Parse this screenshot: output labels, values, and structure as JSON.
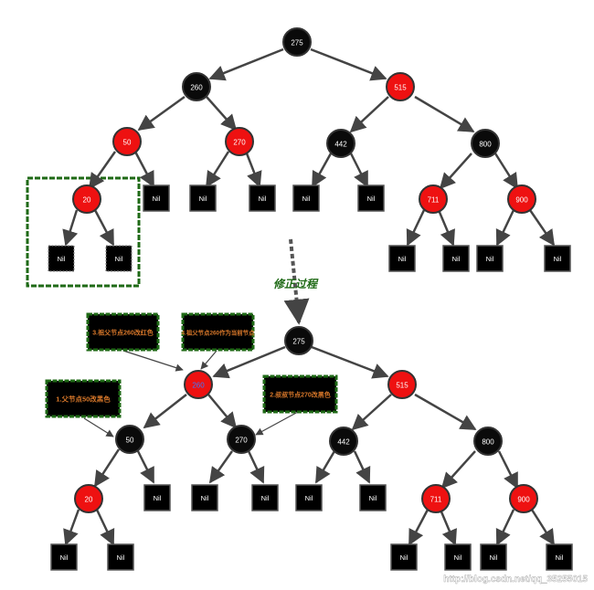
{
  "top_tree": {
    "nodes": {
      "275": {
        "label": "275",
        "color": "black"
      },
      "260": {
        "label": "260",
        "color": "black"
      },
      "515": {
        "label": "515",
        "color": "red"
      },
      "50": {
        "label": "50",
        "color": "red"
      },
      "270": {
        "label": "270",
        "color": "red"
      },
      "442": {
        "label": "442",
        "color": "black"
      },
      "800": {
        "label": "800",
        "color": "black"
      },
      "20": {
        "label": "20",
        "color": "red"
      },
      "711": {
        "label": "711",
        "color": "red"
      },
      "900": {
        "label": "900",
        "color": "red"
      }
    },
    "nil_label": "Nil"
  },
  "transition_label": "修正过程",
  "bottom_tree": {
    "nodes": {
      "275": {
        "label": "275",
        "color": "black"
      },
      "260": {
        "label": "260",
        "color": "red"
      },
      "515": {
        "label": "515",
        "color": "red"
      },
      "50": {
        "label": "50",
        "color": "black"
      },
      "270": {
        "label": "270",
        "color": "black"
      },
      "442": {
        "label": "442",
        "color": "black"
      },
      "800": {
        "label": "800",
        "color": "black"
      },
      "20": {
        "label": "20",
        "color": "red"
      },
      "711": {
        "label": "711",
        "color": "red"
      },
      "900": {
        "label": "900",
        "color": "red"
      }
    },
    "nil_label": "Nil"
  },
  "annotations": {
    "note1": "1.父节点50改黑色",
    "note2": "2.叔叔节点270改黑色",
    "note3": "3.祖父节点260改红色",
    "note4": "4.祖父节点260作为当前节点"
  },
  "watermark": "http://blog.csdn.net/qq_35255015",
  "colors": {
    "red_node": "#ee1111",
    "black_node": "#0a0a0a",
    "annotation_border": "#1f6a16",
    "annotation_text": "#d9782a",
    "transition_text": "#1f6a16",
    "edge": "#444444"
  }
}
